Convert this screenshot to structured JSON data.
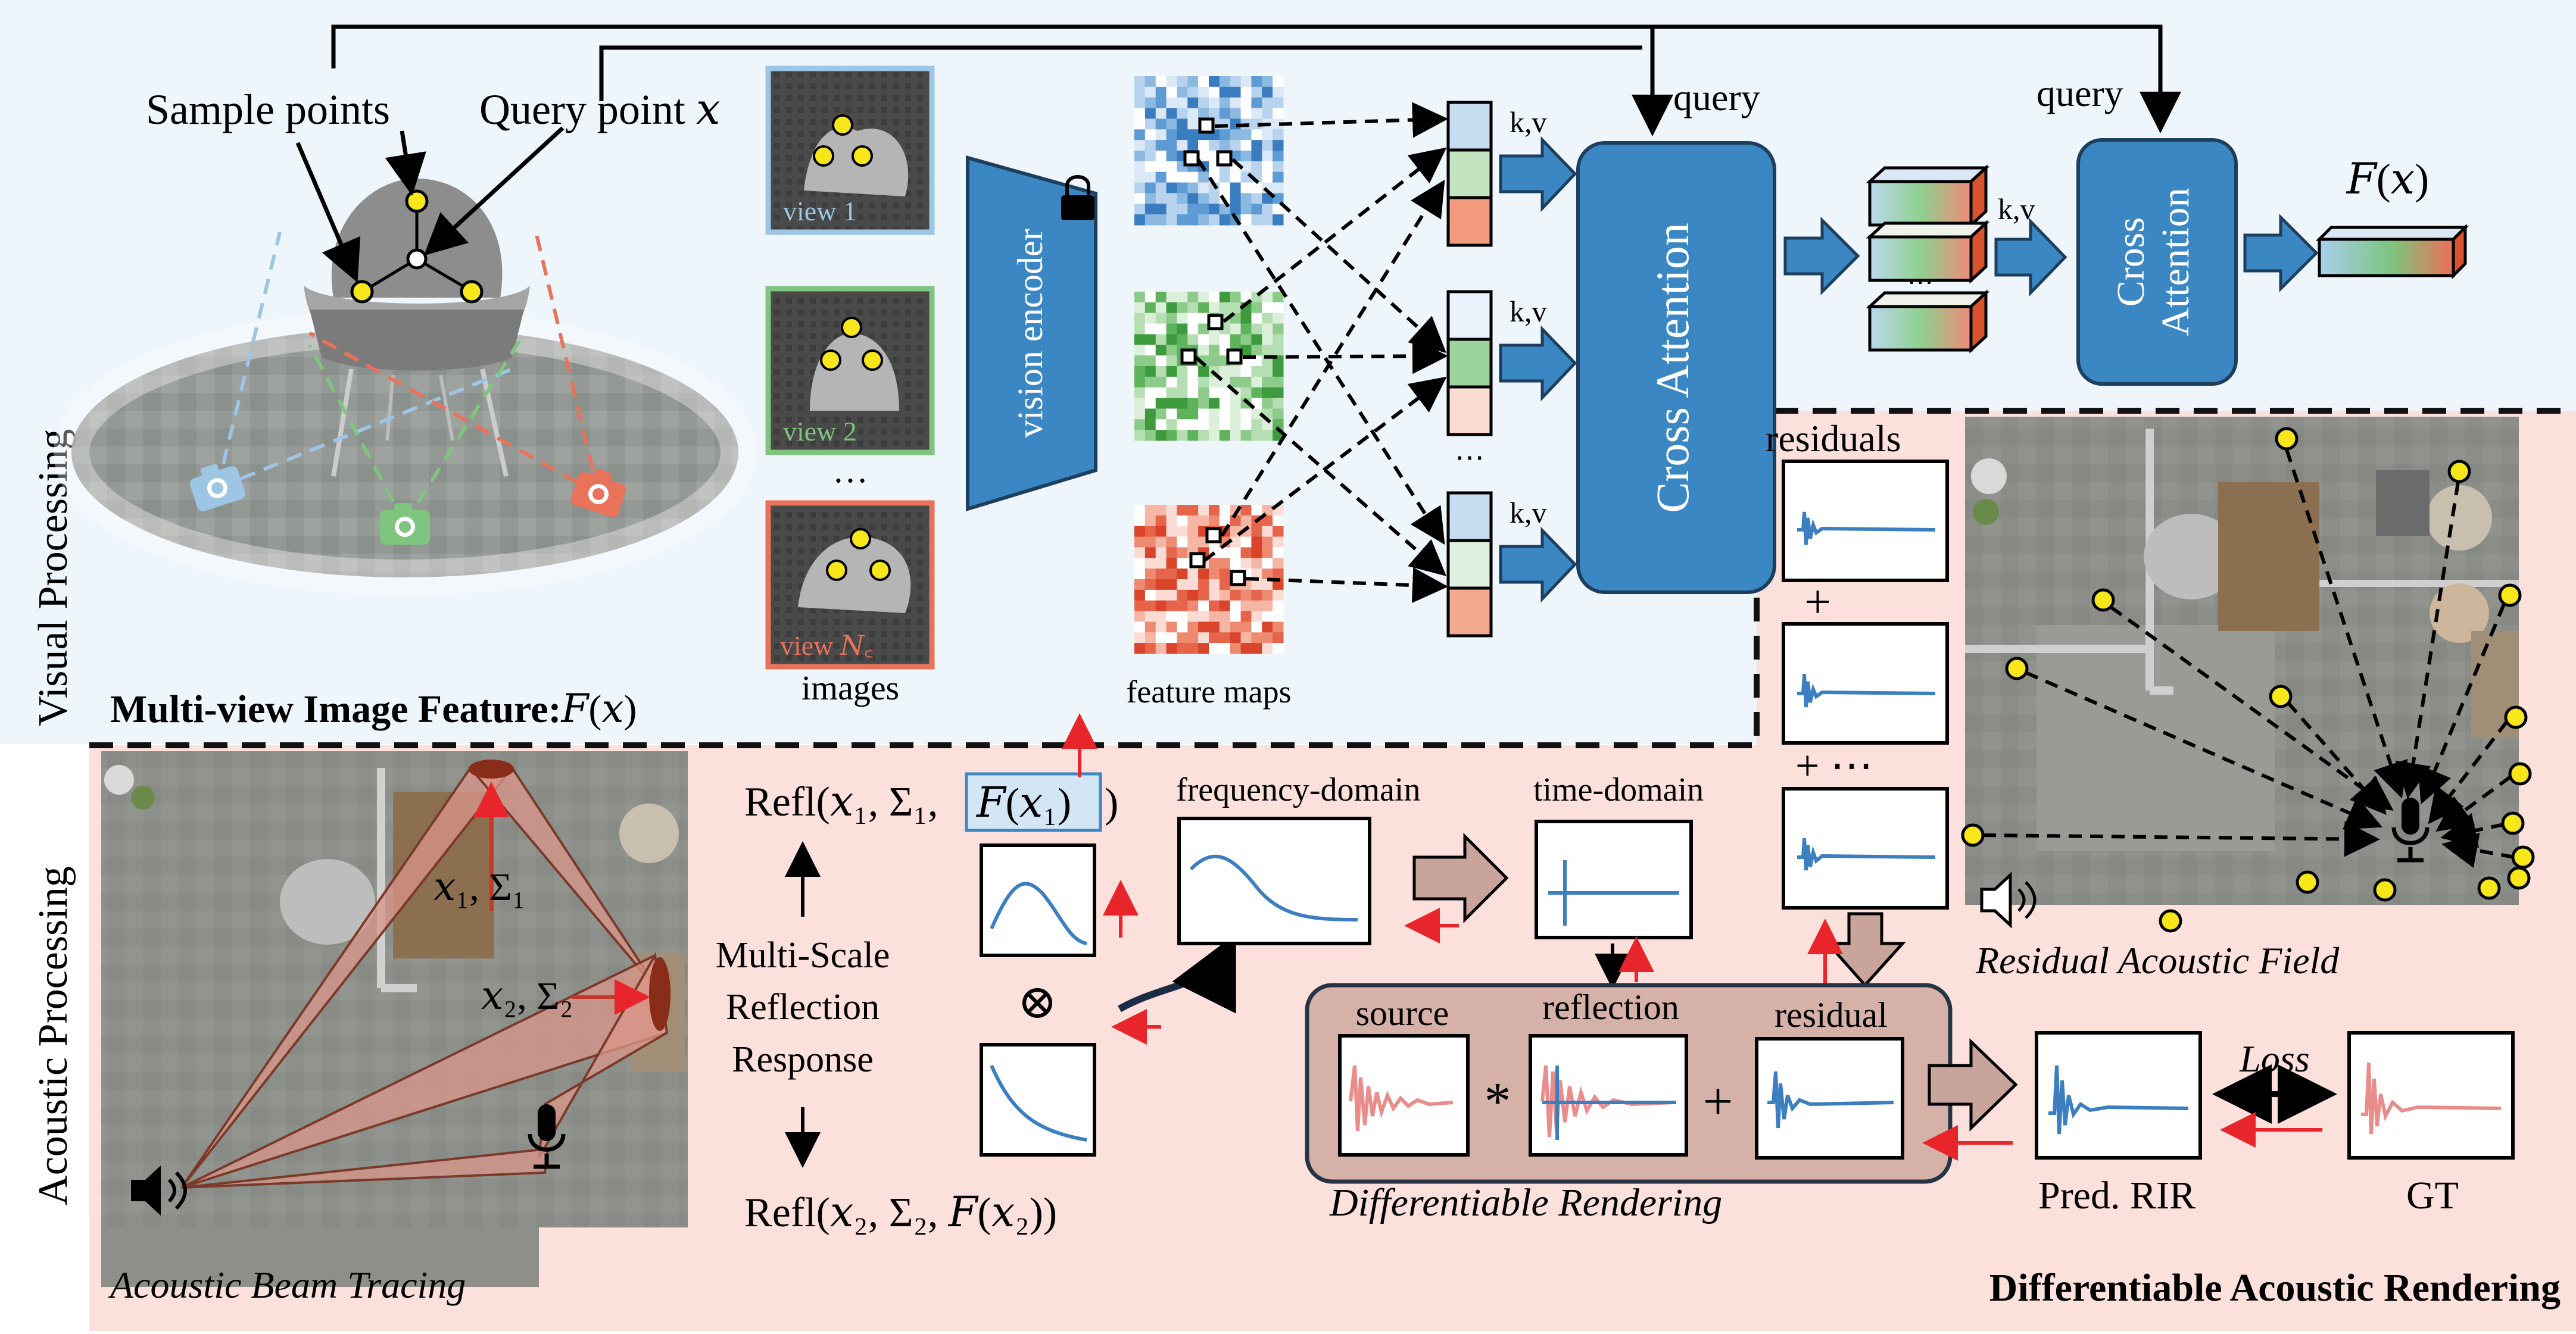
{
  "labels": {
    "visual_processing": "Visual Processing",
    "acoustic_processing": "Acoustic Processing",
    "sample_points": "Sample points",
    "query_point": "Query point 𝑥",
    "view1": "view 1",
    "view2": "view 2",
    "view_nc": "view 𝑁꜀",
    "view_dots": "…",
    "images": "images",
    "vision_encoder": "vision encoder",
    "feature_maps": "feature maps",
    "kv": "k,v",
    "kv_dots": "⋯",
    "query1": "query",
    "query2": "query",
    "cross_attention_1": "Cross Attention",
    "cross_attention_2a": "Cross",
    "cross_attention_2b": "Attention",
    "token_dots": "⋯",
    "fx_output": "𝐹(𝑥)",
    "multiview_bold": "Multi-view Image Feature:",
    "multiview_fx": "𝐹(𝑥)",
    "residuals": "residuals",
    "plus": "+",
    "plus_dots": "+ ⋯",
    "residual_field": "Residual Acoustic Field",
    "beam_tracing": "Acoustic Beam Tracing",
    "x1_sigma1": "𝑥₁, Σ₁",
    "x2_sigma2": "𝑥₂, Σ₂",
    "refl_top_a": "Refl(𝑥₁, Σ₁,",
    "refl_top_b": "𝐹(𝑥₁)",
    "refl_top_c": ")",
    "refl_bottom": "Refl(𝑥₂, Σ₂, 𝐹(𝑥₂))",
    "msrr_1": "Multi-Scale",
    "msrr_2": "Reflection",
    "msrr_3": "Response",
    "otimes": "⊗",
    "frequency_domain": "frequency-domain",
    "time_domain": "time-domain",
    "source": "source",
    "reflection": "reflection",
    "residual": "residual",
    "star": "*",
    "dr_plus": "+",
    "differentiable_rendering": "Differentiable Rendering",
    "pred_rir": "Pred. RIR",
    "gt": "GT",
    "loss": "Loss",
    "dar_title": "Differentiable Acoustic Rendering"
  },
  "colors": {
    "visual_bg": "#eef5fb",
    "acoustic_bg": "#fbe0db",
    "encoder_blue": "#3a87c4",
    "attention_blue": "#3a87c4",
    "signal_blue": "#3b7fc0",
    "signal_pink": "#e98c8c",
    "red_arrow": "#e8252b",
    "view_blue": "#9cc6e4",
    "view_green": "#7fc47f",
    "view_red": "#e8735a",
    "beam_fill": "#d9958a",
    "dr_panel": "#d6b1a8",
    "yellow_point": "#f7e71a"
  },
  "icons": [
    "camera-icon",
    "lock-icon",
    "microphone-icon",
    "speaker-icon",
    "chair-image",
    "room-floorplan-image"
  ]
}
